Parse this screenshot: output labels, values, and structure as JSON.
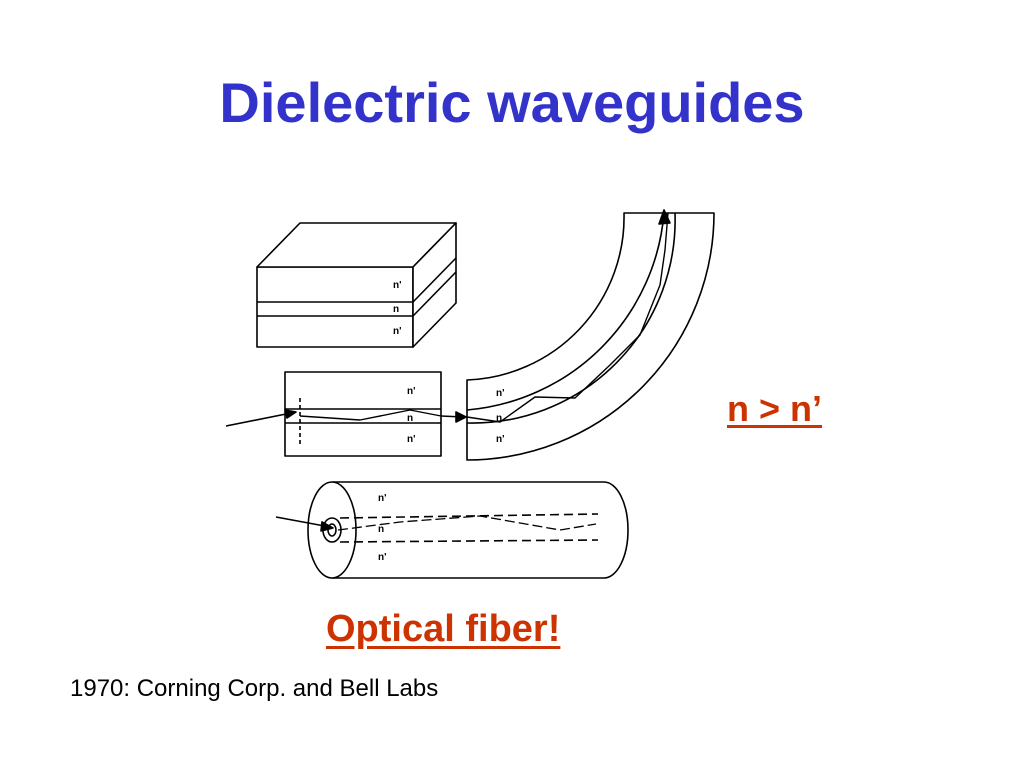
{
  "slide": {
    "title": "Dielectric waveguides",
    "relation": "n > n’",
    "fiber_caption": "Optical fiber!",
    "history_note": "1970: Corning Corp. and Bell Labs"
  },
  "diagram": {
    "layer_labels": {
      "cladding": "n'",
      "core": "n"
    }
  },
  "colors": {
    "title": "#3333cc",
    "accent": "#cc3300",
    "line": "#000000"
  }
}
